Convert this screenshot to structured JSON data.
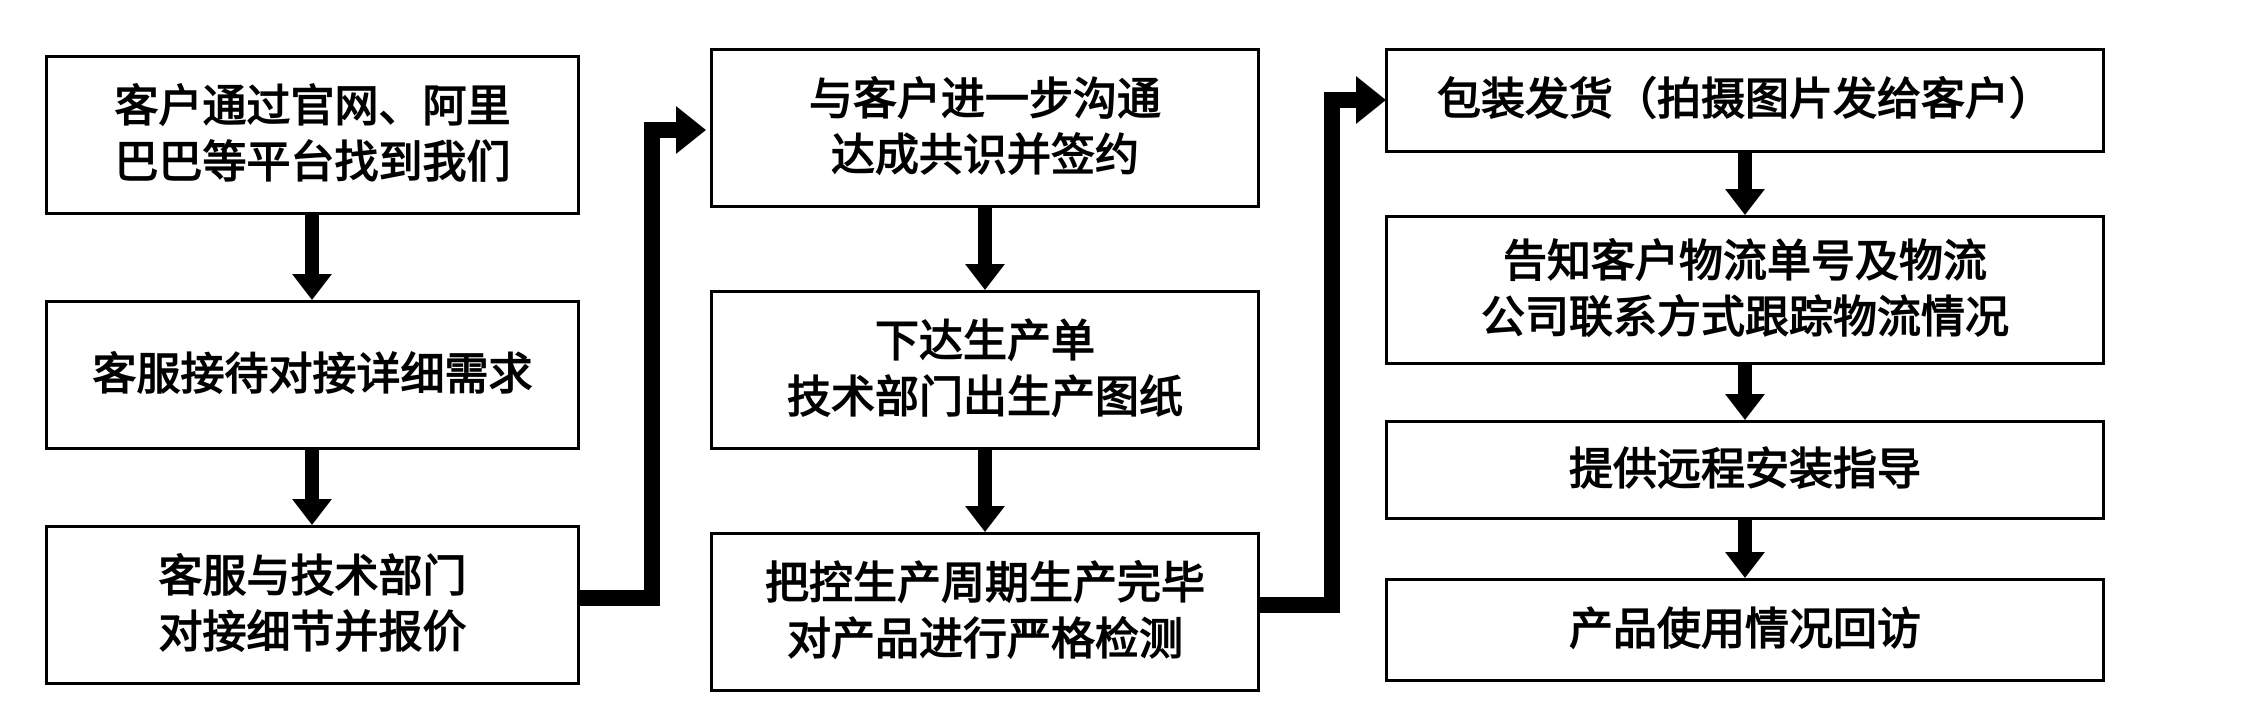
{
  "flowchart": {
    "background_color": "#ffffff",
    "box_border_color": "#000000",
    "box_fill_color": "#ffffff",
    "arrow_color": "#000000",
    "text_color": "#000000",
    "columns": [
      {
        "boxes": [
          {
            "lines": [
              "客户通过官网、阿里",
              "巴巴等平台找到我们"
            ]
          },
          {
            "lines": [
              "客服接待对接详细需求"
            ]
          },
          {
            "lines": [
              "客服与技术部门",
              "对接细节并报价"
            ]
          }
        ]
      },
      {
        "boxes": [
          {
            "lines": [
              "与客户进一步沟通",
              "达成共识并签约"
            ]
          },
          {
            "lines": [
              "下达生产单",
              "技术部门出生产图纸"
            ]
          },
          {
            "lines": [
              "把控生产周期生产完毕",
              "对产品进行严格检测"
            ]
          }
        ]
      },
      {
        "boxes": [
          {
            "lines": [
              "包装发货（拍摄图片发给客户）"
            ]
          },
          {
            "lines": [
              "告知客户物流单号及物流",
              "公司联系方式跟踪物流情况"
            ]
          },
          {
            "lines": [
              "提供远程安装指导"
            ]
          },
          {
            "lines": [
              "产品使用情况回访"
            ]
          }
        ]
      }
    ]
  }
}
